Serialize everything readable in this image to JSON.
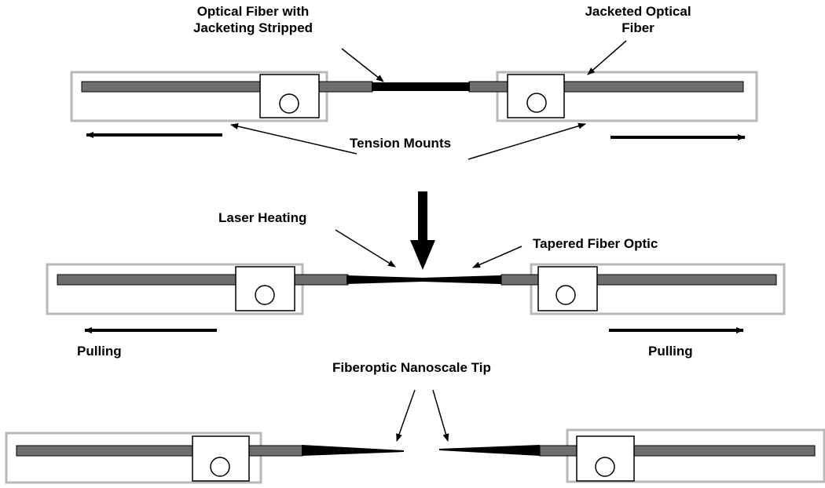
{
  "labels": {
    "stripped": [
      "Optical Fiber with",
      "Jacketing Stripped"
    ],
    "jacketed": [
      "Jacketed Optical",
      "Fiber"
    ],
    "tension_mounts": "Tension Mounts",
    "laser_heating": "Laser Heating",
    "tapered": "Tapered Fiber Optic",
    "pulling_left": "Pulling",
    "pulling_right": "Pulling",
    "nanoscale_tip": "Fiberoptic Nanoscale Tip"
  },
  "colors": {
    "mount_border": "#b8b8b8",
    "fiber_gray": "#6e6e6e",
    "stripped_black": "#000000",
    "arrow": "#000000"
  }
}
